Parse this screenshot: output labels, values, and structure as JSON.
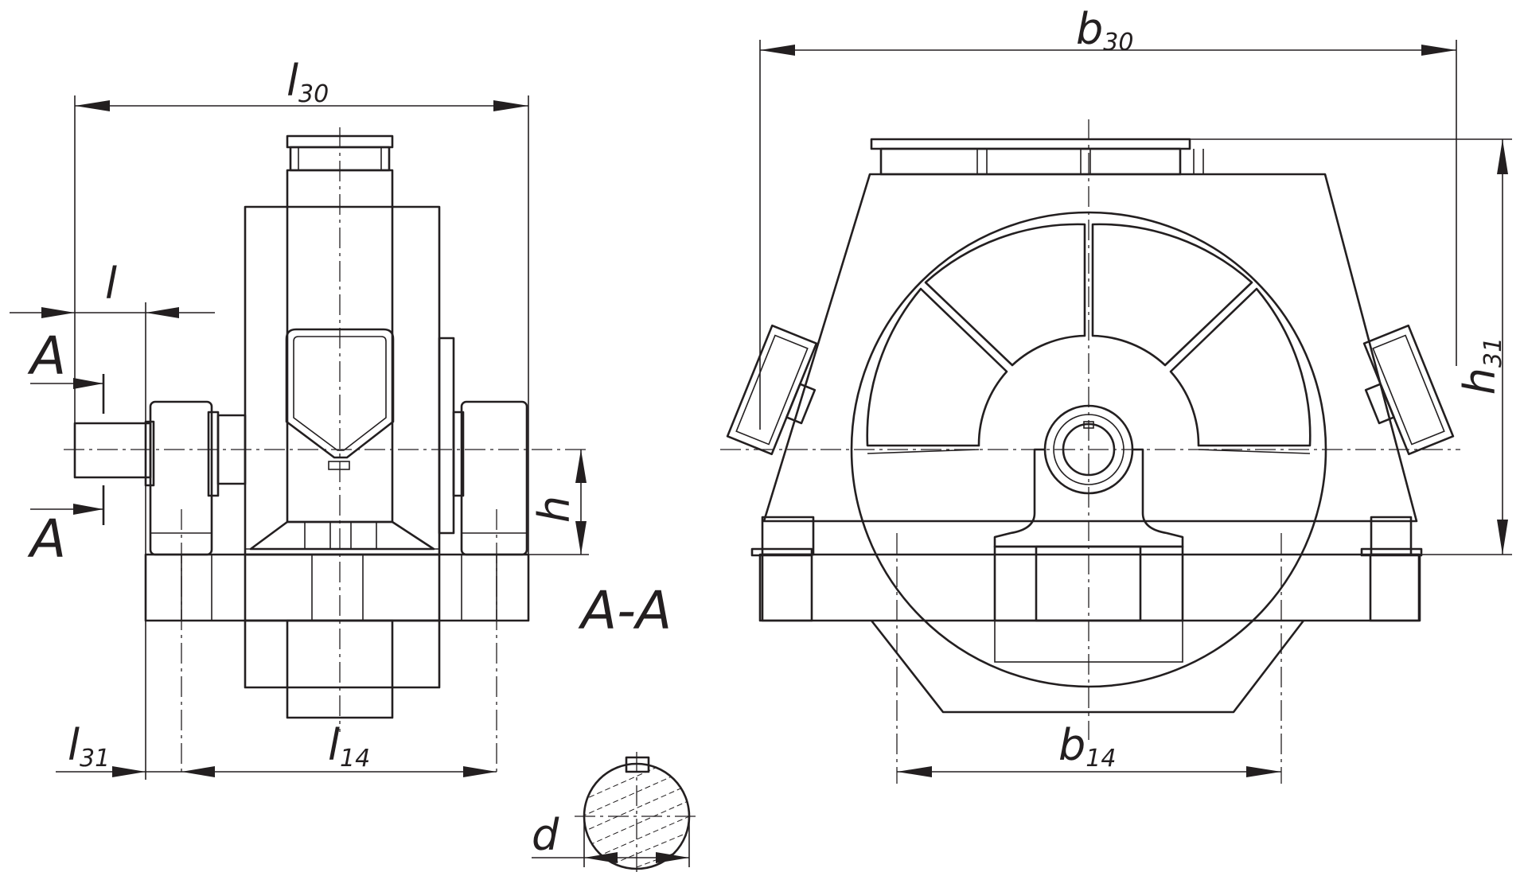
{
  "dimensions": {
    "l30": {
      "main": "l",
      "sub": "30"
    },
    "l": {
      "main": "l",
      "sub": ""
    },
    "l31": {
      "main": "l",
      "sub": "31"
    },
    "l14": {
      "main": "l",
      "sub": "14"
    },
    "h": {
      "main": "h",
      "sub": ""
    },
    "b30": {
      "main": "b",
      "sub": "30"
    },
    "b14": {
      "main": "b",
      "sub": "14"
    },
    "h31": {
      "main": "h",
      "sub": "31"
    },
    "d": {
      "main": "d",
      "sub": ""
    }
  },
  "section_marks": {
    "upper": "A",
    "lower": "A"
  },
  "section_title": "A-A",
  "colors": {
    "line": "#231f20",
    "background": "#ffffff"
  }
}
